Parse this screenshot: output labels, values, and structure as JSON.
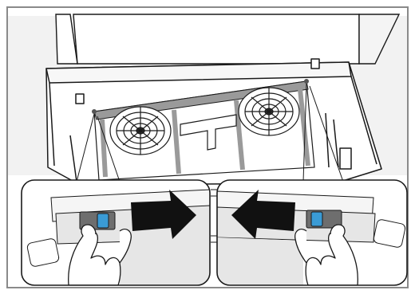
{
  "figure": {
    "subject": "range-hood-filter-removal",
    "panels": [
      {
        "id": "left-detail",
        "arrow_direction": "right",
        "latch_color": "#3a9bd5"
      },
      {
        "id": "right-detail",
        "arrow_direction": "left",
        "latch_color": "#3a9bd5"
      }
    ],
    "colors": {
      "frame": "#8a8a8a",
      "line": "#1a1a1a",
      "shade": "#e6e6e6",
      "filter": "#9a9a9a",
      "arrow": "#111111",
      "latch": "#3a9bd5",
      "latch_housing": "#6e6e6e"
    }
  }
}
